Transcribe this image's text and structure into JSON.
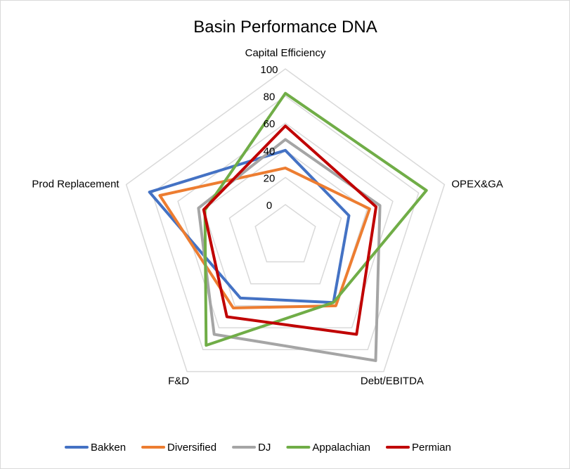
{
  "chart_data": {
    "type": "radar",
    "title": "Basin Performance  DNA",
    "axes": [
      "Capital Efficiency",
      "OPEX&GA",
      "Debt/EBITDA",
      "F&D",
      "Prod Replacement"
    ],
    "rlim": [
      0,
      100
    ],
    "ticks": [
      0,
      20,
      40,
      60,
      80,
      100
    ],
    "grid": true,
    "legend_position": "bottom",
    "series": [
      {
        "name": "Bakken",
        "color": "#4472C4",
        "values": [
          40,
          26,
          37,
          33,
          82
        ]
      },
      {
        "name": "Diversified",
        "color": "#ED7D31",
        "values": [
          27,
          42,
          40,
          42,
          74
        ]
      },
      {
        "name": "DJ",
        "color": "#A5A5A5",
        "values": [
          48,
          50,
          90,
          66,
          44
        ]
      },
      {
        "name": "Appalachian",
        "color": "#70AD47",
        "values": [
          82,
          86,
          37,
          76,
          39
        ]
      },
      {
        "name": "Permian",
        "color": "#C00000",
        "values": [
          58,
          47,
          66,
          50,
          40
        ]
      }
    ]
  }
}
